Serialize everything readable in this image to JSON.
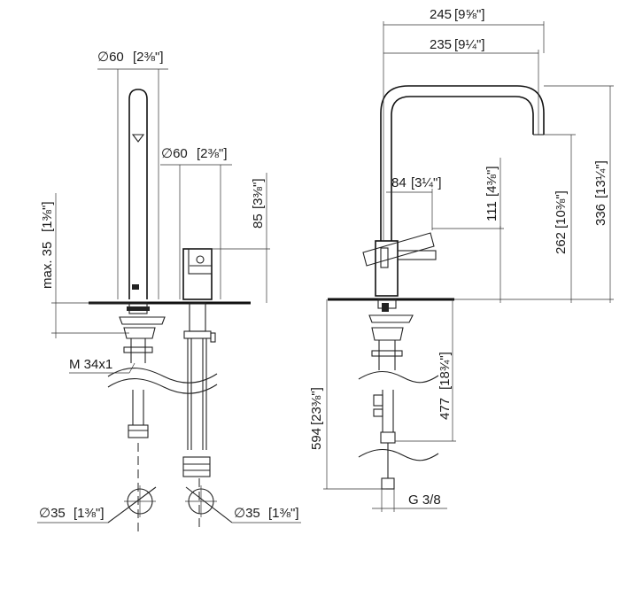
{
  "left_view": {
    "spout_diameter": "∅60",
    "spout_diameter_in": "[2⅜\"]",
    "handle_diameter": "∅60",
    "handle_diameter_in": "[2⅜\"]",
    "handle_height": "85",
    "handle_height_in": "[3⅜\"]",
    "max_thickness": "max. 35",
    "max_thickness_in": "[1⅜\"]",
    "thread": "M 34x1",
    "hole_left": "∅35",
    "hole_left_in": "[1⅜\"]",
    "hole_right": "∅35",
    "hole_right_in": "[1⅜\"]"
  },
  "right_view": {
    "reach_total": "245",
    "reach_total_in": "[9⅝\"]",
    "reach_spout": "235",
    "reach_spout_in": "[9¼\"]",
    "handle_offset": "84",
    "handle_offset_in": "[3¼\"]",
    "handle_top": "111",
    "handle_top_in": "[4⅜\"]",
    "spout_clearance": "262",
    "spout_clearance_in": "[10⅜\"]",
    "total_height": "336",
    "total_height_in": "[13¼\"]",
    "hose_length": "477",
    "hose_length_in": "[18¾\"]",
    "total_under": "594",
    "total_under_in": "[23⅜\"]",
    "connection": "G 3/8"
  }
}
